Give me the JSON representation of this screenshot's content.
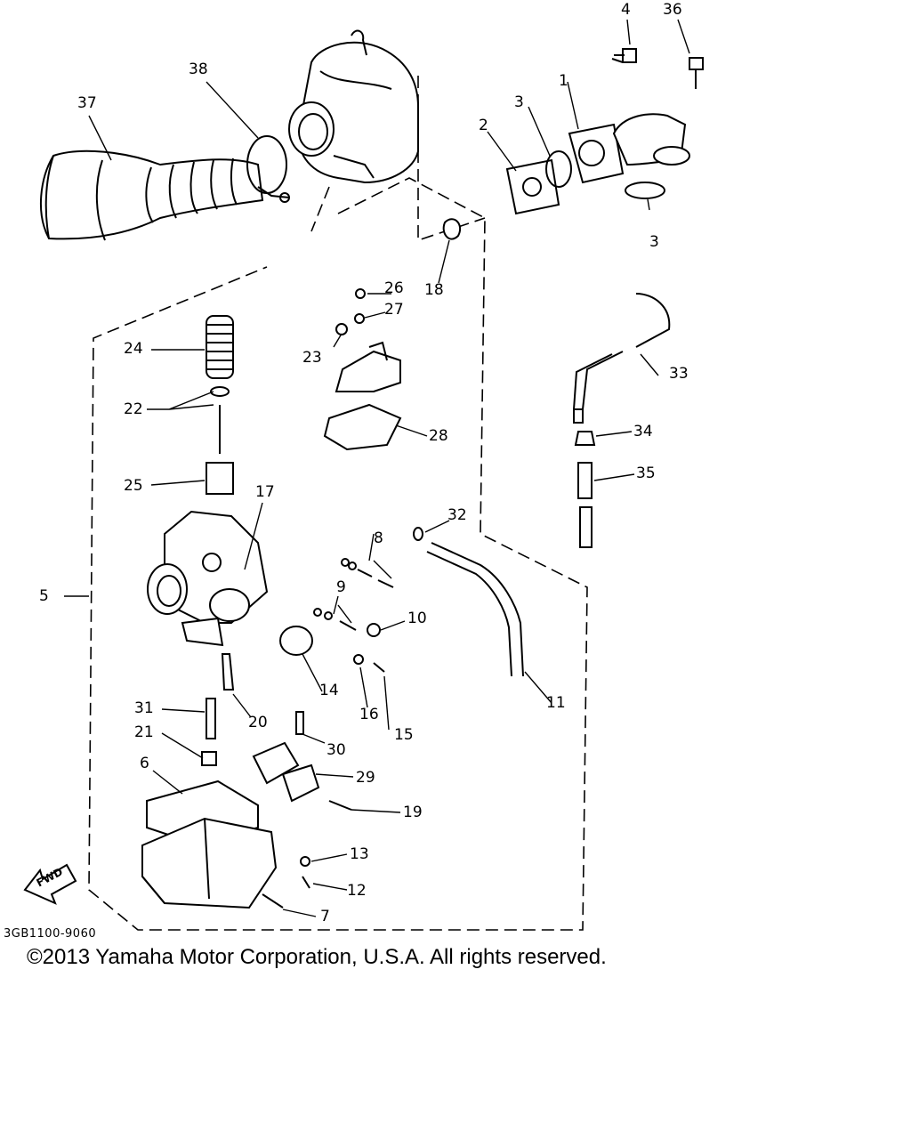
{
  "diagram": {
    "part_labels": [
      {
        "id": "1",
        "text": "1"
      },
      {
        "id": "2",
        "text": "2"
      },
      {
        "id": "3a",
        "text": "3"
      },
      {
        "id": "3b",
        "text": "3"
      },
      {
        "id": "4",
        "text": "4"
      },
      {
        "id": "5",
        "text": "5"
      },
      {
        "id": "6",
        "text": "6"
      },
      {
        "id": "7",
        "text": "7"
      },
      {
        "id": "8",
        "text": "8"
      },
      {
        "id": "9",
        "text": "9"
      },
      {
        "id": "10",
        "text": "10"
      },
      {
        "id": "11",
        "text": "11"
      },
      {
        "id": "12",
        "text": "12"
      },
      {
        "id": "13",
        "text": "13"
      },
      {
        "id": "14",
        "text": "14"
      },
      {
        "id": "15",
        "text": "15"
      },
      {
        "id": "16",
        "text": "16"
      },
      {
        "id": "17",
        "text": "17"
      },
      {
        "id": "18",
        "text": "18"
      },
      {
        "id": "19",
        "text": "19"
      },
      {
        "id": "20",
        "text": "20"
      },
      {
        "id": "21",
        "text": "21"
      },
      {
        "id": "22",
        "text": "22"
      },
      {
        "id": "23",
        "text": "23"
      },
      {
        "id": "24",
        "text": "24"
      },
      {
        "id": "25",
        "text": "25"
      },
      {
        "id": "26",
        "text": "26"
      },
      {
        "id": "27",
        "text": "27"
      },
      {
        "id": "28",
        "text": "28"
      },
      {
        "id": "29",
        "text": "29"
      },
      {
        "id": "30",
        "text": "30"
      },
      {
        "id": "31",
        "text": "31"
      },
      {
        "id": "32",
        "text": "32"
      },
      {
        "id": "33",
        "text": "33"
      },
      {
        "id": "34",
        "text": "34"
      },
      {
        "id": "35",
        "text": "35"
      },
      {
        "id": "36",
        "text": "36"
      },
      {
        "id": "37",
        "text": "37"
      },
      {
        "id": "38",
        "text": "38"
      }
    ],
    "direction_marker": "FWD",
    "drawing_code": "3GB1100-9060",
    "copyright": "©2013 Yamaha Motor Corporation, U.S.A. All rights reserved."
  },
  "colors": {
    "ink": "#000000",
    "paper": "#ffffff"
  }
}
